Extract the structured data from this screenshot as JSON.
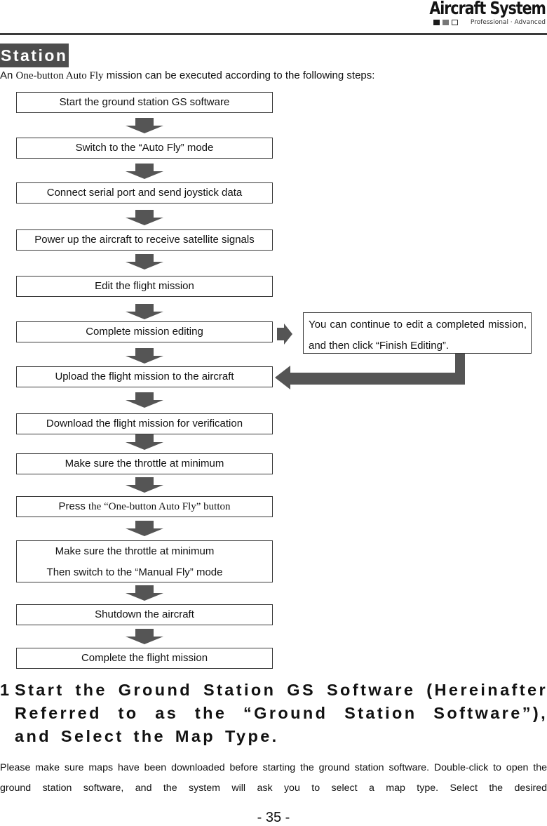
{
  "header": {
    "logo_title": "Aircraft System",
    "logo_tagline": "Professional · Advanced"
  },
  "section_tag": "Station",
  "intro": {
    "lead": "An ",
    "product": "One-button Auto Fly",
    "rest": " mission can be executed according to the following steps:"
  },
  "flow": {
    "steps": [
      "Start the ground station GS software",
      "Switch to the “Auto Fly” mode",
      "Connect serial port and send joystick data",
      "Power up the aircraft to receive satellite signals",
      "Edit the flight mission",
      "Complete mission editing",
      "Upload the flight mission to the aircraft",
      "Download the flight mission for verification",
      "Make sure the throttle at minimum",
      "Press",
      "the “One-button Auto Fly” button",
      "Make sure the throttle at minimum",
      "Then switch to the “Manual Fly” mode",
      "Shutdown the aircraft",
      "Complete the flight mission"
    ],
    "note": "You can continue to edit a completed mission, and then click “Finish Editing”."
  },
  "heading": {
    "number": "1",
    "text": "Start the Ground Station GS Software (Hereinafter Referred to as the “Ground Station Software”), and Select the Map Type."
  },
  "body": "Please make sure maps have been downloaded before starting the ground station software. Double-click to open the ground station software, and the system will ask you to select a map type. Select the desired",
  "page_number": "- 35 -",
  "colors": {
    "arrow": "#555555",
    "section_tag_bg": "#4d4d4d",
    "rule": "#3a3a3a"
  }
}
